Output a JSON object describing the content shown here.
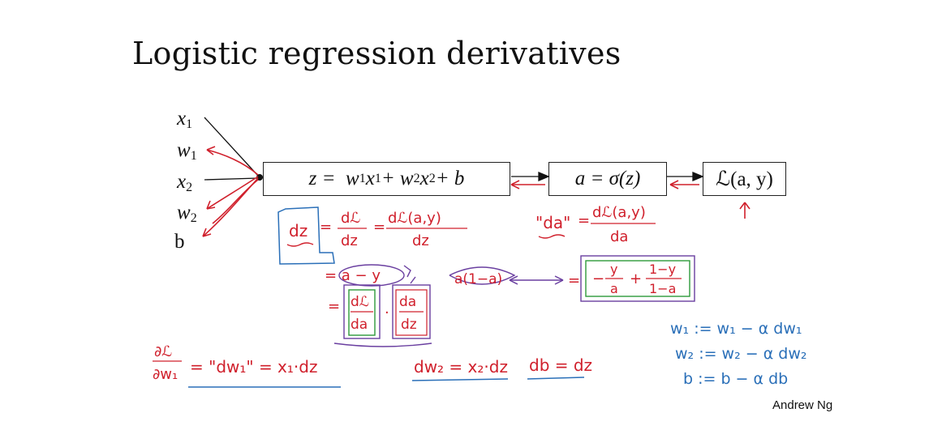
{
  "slide": {
    "title": "Logistic regression derivatives",
    "credit": "Andrew Ng"
  },
  "inputs": [
    {
      "base": "x",
      "sub": "1"
    },
    {
      "base": "w",
      "sub": "1"
    },
    {
      "base": "x",
      "sub": "2"
    },
    {
      "base": "w",
      "sub": "2"
    },
    {
      "base": "b",
      "sub": ""
    }
  ],
  "boxes": {
    "z": {
      "lhs": "z",
      "rhs_parts": [
        "w",
        "1",
        "x",
        "1",
        " + w",
        "2",
        "x",
        "2",
        " + b"
      ]
    },
    "a": {
      "text": "a = σ(z)"
    },
    "loss": {
      "text": "ℒ(a, y)"
    }
  },
  "annotations": {
    "dz_label": "dz",
    "dz_eq1_num": "dℒ",
    "dz_eq1_den": "dz",
    "dz_eq2_num": "dℒ(a,y)",
    "dz_eq2_den": "dz",
    "da_label": "\"da\"",
    "da_num": "dℒ(a,y)",
    "da_den": "da",
    "a_minus_y": "= a − y",
    "chain_num1": "dℒ",
    "chain_den1": "da",
    "chain_num2": "da",
    "chain_den2": "dz",
    "a1a": "a(1−a)",
    "da_expr_1_num": "y",
    "da_expr_1_den": "a",
    "da_expr_2_num": "1−y",
    "da_expr_2_den": "1−a",
    "dw1_lhs_num": "∂ℒ",
    "dw1_lhs_den": "∂w₁",
    "dw1_rhs": "= \"dw₁\" = x₁·dz",
    "dw2": "dw₂ = x₂·dz",
    "db": "db = dz",
    "update_w1": "w₁ := w₁ − α dw₁",
    "update_w2": "w₂ := w₂ − α dw₂",
    "update_b": "b := b − α db"
  },
  "colors": {
    "red_ink": "#d0202c",
    "blue_ink": "#2a6fb8",
    "purple_ink": "#6a3fa0",
    "green_ink": "#2e9a3a",
    "black": "#111111"
  }
}
